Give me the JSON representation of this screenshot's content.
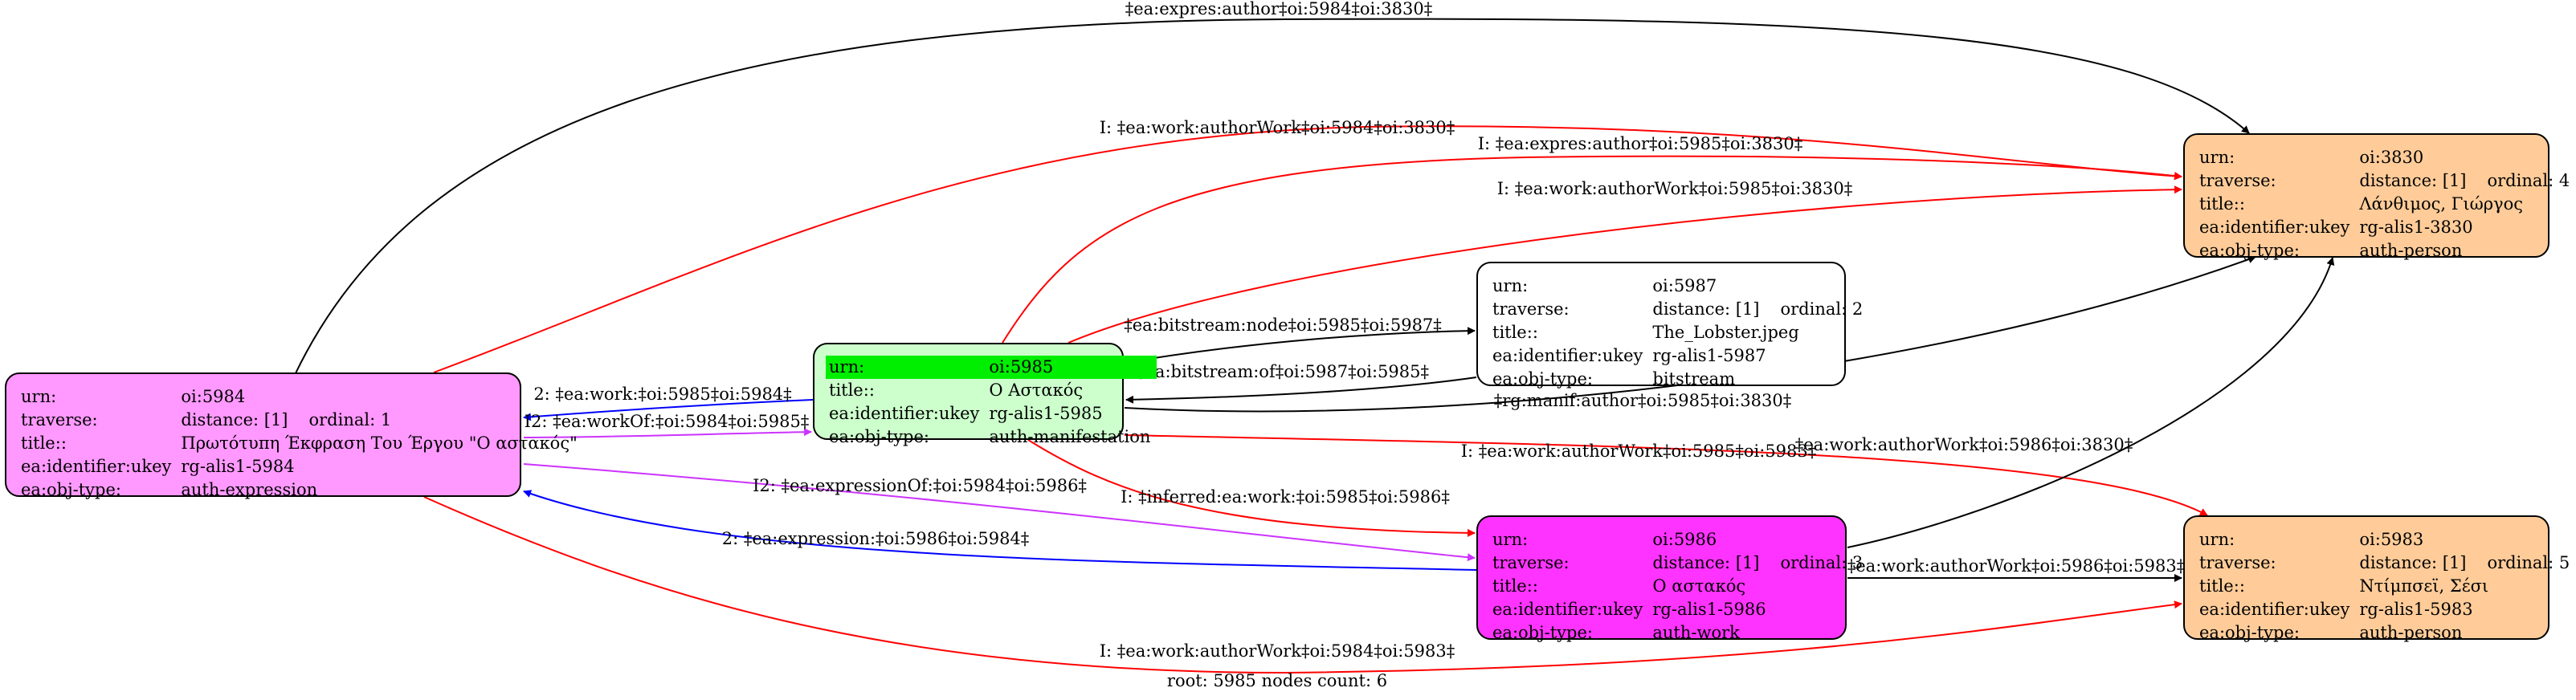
{
  "nodes": {
    "n5984": {
      "fill": "#ff99ff",
      "rows": [
        [
          "urn:",
          "oi:5984"
        ],
        [
          "traverse:",
          "distance: [1]",
          "ordinal: 1"
        ],
        [
          "title::",
          "Πρωτότυπη Έκφραση Του Έργου \"Ο αστακός\""
        ],
        [
          "ea:identifier:ukey",
          "rg-alis1-5984"
        ],
        [
          "ea:obj-type:",
          "auth-expression"
        ]
      ]
    },
    "n5985": {
      "fill": "#ccffcc",
      "highlight": "#00ee00",
      "rows": [
        [
          "urn:",
          "oi:5985"
        ],
        [
          "title::",
          "Ο Αστακός"
        ],
        [
          "ea:identifier:ukey",
          "rg-alis1-5985"
        ],
        [
          "ea:obj-type:",
          "auth-manifestation"
        ]
      ]
    },
    "n5987": {
      "fill": "#ffffff",
      "rows": [
        [
          "urn:",
          "oi:5987"
        ],
        [
          "traverse:",
          "distance: [1]",
          "ordinal: 2"
        ],
        [
          "title::",
          "The_Lobster.jpeg"
        ],
        [
          "ea:identifier:ukey",
          "rg-alis1-5987"
        ],
        [
          "ea:obj-type:",
          "bitstream"
        ]
      ]
    },
    "n5986": {
      "fill": "#ff33ff",
      "rows": [
        [
          "urn:",
          "oi:5986"
        ],
        [
          "traverse:",
          "distance: [1]",
          "ordinal: 3"
        ],
        [
          "title::",
          "Ο αστακός"
        ],
        [
          "ea:identifier:ukey",
          "rg-alis1-5986"
        ],
        [
          "ea:obj-type:",
          "auth-work"
        ]
      ]
    },
    "n3830": {
      "fill": "#ffcc99",
      "rows": [
        [
          "urn:",
          "oi:3830"
        ],
        [
          "traverse:",
          "distance: [1]",
          "ordinal: 4"
        ],
        [
          "title::",
          "Λάνθιμος, Γιώργος"
        ],
        [
          "ea:identifier:ukey",
          "rg-alis1-3830"
        ],
        [
          "ea:obj-type:",
          "auth-person"
        ]
      ]
    },
    "n5983": {
      "fill": "#ffcc99",
      "rows": [
        [
          "urn:",
          "oi:5983"
        ],
        [
          "traverse:",
          "distance: [1]",
          "ordinal: 5"
        ],
        [
          "title::",
          "Ντίμπσεϊ, Σέσι"
        ],
        [
          "ea:identifier:ukey",
          "rg-alis1-5983"
        ],
        [
          "ea:obj-type:",
          "auth-person"
        ]
      ]
    }
  },
  "edges": [
    {
      "label": "‡ea:expres:author‡oi:5984‡oi:3830‡",
      "color": "#000000"
    },
    {
      "label": "I: ‡ea:work:authorWork‡oi:5984‡oi:3830‡",
      "color": "#ff0000"
    },
    {
      "label": "I: ‡ea:expres:author‡oi:5985‡oi:3830‡",
      "color": "#ff0000"
    },
    {
      "label": "I: ‡ea:work:authorWork‡oi:5985‡oi:3830‡",
      "color": "#ff0000"
    },
    {
      "label": "‡ea:bitstream:node‡oi:5985‡oi:5987‡",
      "color": "#000000"
    },
    {
      "label": "‡ea:bitstream:of‡oi:5987‡oi:5985‡",
      "color": "#000000"
    },
    {
      "label": "‡rg:manif:author‡oi:5985‡oi:3830‡",
      "color": "#000000"
    },
    {
      "label": "2: ‡ea:work:‡oi:5985‡oi:5984‡",
      "color": "#0000ff"
    },
    {
      "label": "I2: ‡ea:workOf:‡oi:5984‡oi:5985‡",
      "color": "#cc33ff"
    },
    {
      "label": "I: ‡ea:work:authorWork‡oi:5985‡oi:5983‡",
      "color": "#ff0000"
    },
    {
      "label": "‡ea:work:authorWork‡oi:5986‡oi:3830‡",
      "color": "#000000"
    },
    {
      "label": "I2: ‡ea:expressionOf:‡oi:5984‡oi:5986‡",
      "color": "#cc33ff"
    },
    {
      "label": "I: ‡inferred:ea:work:‡oi:5985‡oi:5986‡",
      "color": "#ff0000"
    },
    {
      "label": "2: ‡ea:expression:‡oi:5986‡oi:5984‡",
      "color": "#0000ff"
    },
    {
      "label": "‡ea:work:authorWork‡oi:5986‡oi:5983‡",
      "color": "#000000"
    },
    {
      "label": "I: ‡ea:work:authorWork‡oi:5984‡oi:5983‡",
      "color": "#ff0000"
    }
  ],
  "footer": "root: 5985 nodes count: 6"
}
